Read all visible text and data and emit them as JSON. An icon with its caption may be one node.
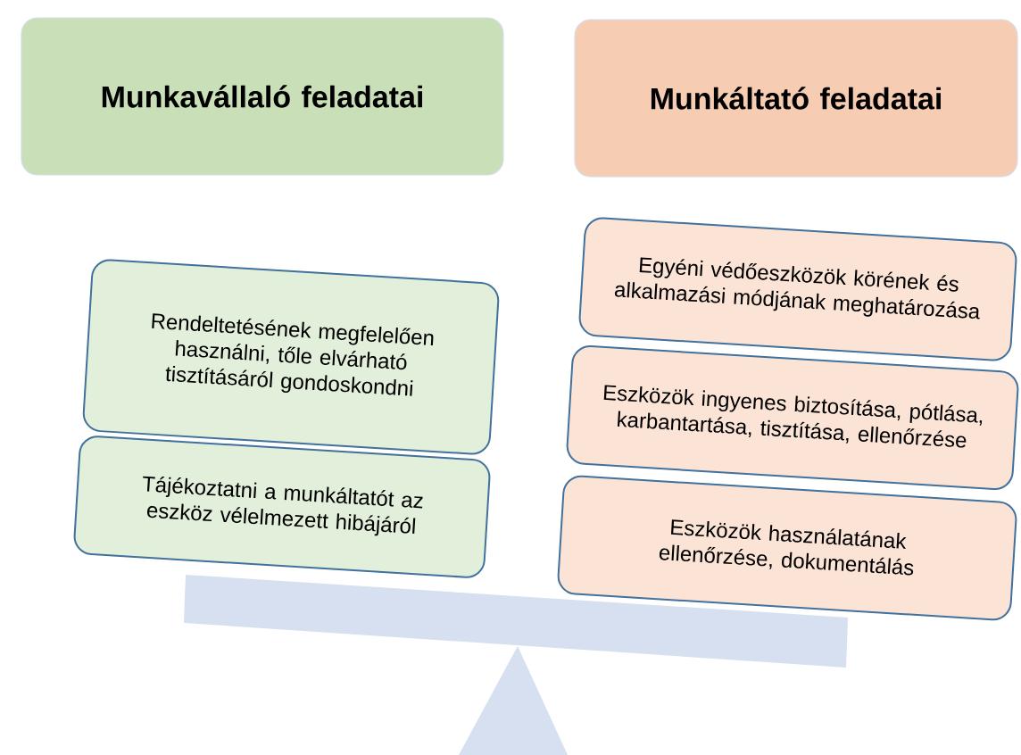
{
  "diagram": {
    "nodes": [
      {
        "text": [
          "Munkavállaló feladatai"
        ]
      },
      {
        "text": [
          "Munkáltató feladatai"
        ]
      },
      {
        "text": [
          "Rendeltetésének megfelelően használni, tőle elvárható tisztításáról gondoskondni"
        ]
      },
      {
        "text": [
          "Tájékoztatni a munkáltatót az eszköz vélelmezett hibájáról"
        ]
      },
      {
        "text": [
          "Egyéni védőeszközök körének és alkalmazási módjának meghatározása"
        ]
      },
      {
        "text": [
          "Eszközök ingyenes biztosítása, pótlása, karbantartása, tisztítása, ellenőrzése"
        ]
      },
      {
        "text": [
          "Eszközök használatának ellenőrzése, dokumentálás"
        ]
      }
    ]
  }
}
